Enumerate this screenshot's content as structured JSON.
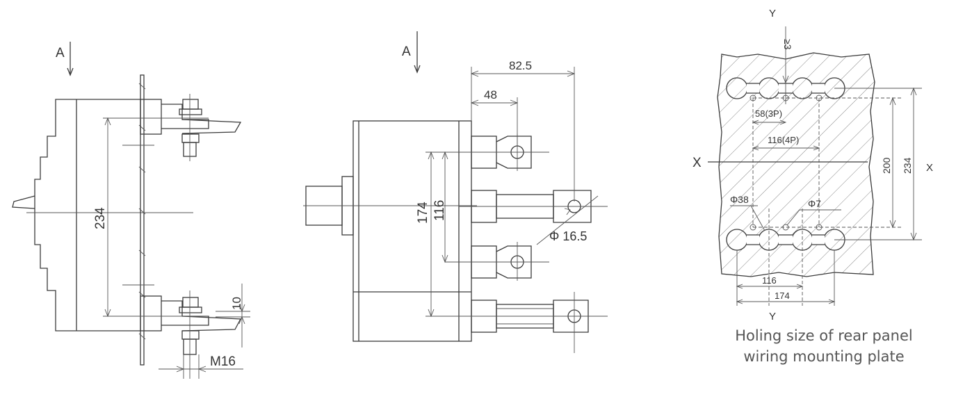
{
  "side_view": {
    "arrow_label": "A",
    "dim_height": "234",
    "dim_offset": "10",
    "dim_thread": "M16"
  },
  "front_view": {
    "arrow_label": "A",
    "dim_82": "82.5",
    "dim_48": "48",
    "dim_174": "174",
    "dim_116": "116",
    "dim_hole": "Φ 16.5"
  },
  "panel_view": {
    "axis_y_top": "Y",
    "axis_y_bottom": "Y",
    "axis_x_left": "X",
    "axis_x_right": "X",
    "dim_ge3": "≥3",
    "dim_58": "58(3P)",
    "dim_116_4p": "116(4P)",
    "dim_200": "200",
    "dim_234": "234",
    "dim_phi38": "Φ38",
    "dim_phi7": "Φ7",
    "dim_116_bottom": "116",
    "dim_174_bottom": "174"
  },
  "caption": {
    "line1": "Holing size of rear panel",
    "line2": "wiring mounting plate"
  }
}
